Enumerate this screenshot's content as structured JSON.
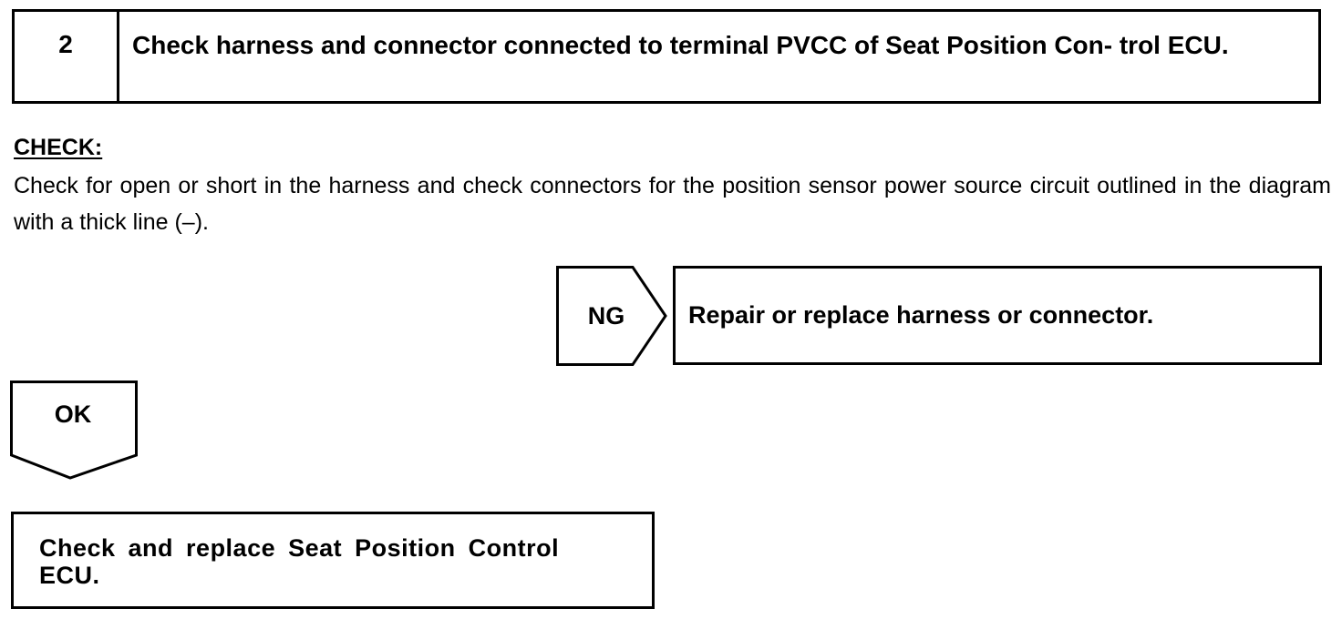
{
  "step": {
    "number": "2",
    "title": "Check harness and connector connected to terminal PVCC of Seat Position Con- trol ECU."
  },
  "check": {
    "heading": "CHECK:",
    "body": "Check for open or short in the harness and check connectors for the position sensor power source circuit outlined in the diagram with a thick line (–)."
  },
  "ng": {
    "label": "NG",
    "action": "Repair or replace harness or connector."
  },
  "ok": {
    "label": "OK",
    "action": "Check and replace Seat Position Control ECU."
  }
}
